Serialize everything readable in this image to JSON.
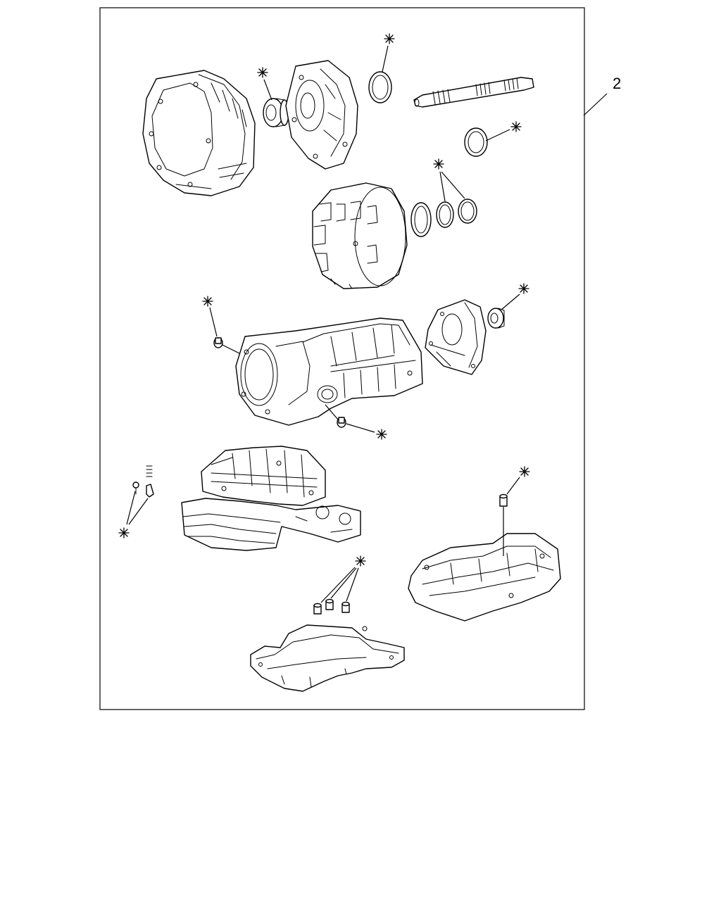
{
  "diagram": {
    "callout_number": "2",
    "asterisk_marker": "*",
    "parts": [
      "bell-housing",
      "oil-pump-seal",
      "oil-pump",
      "snap-ring-upper",
      "input-shaft",
      "shaft-snap-ring",
      "clutch-drum",
      "sealing-rings",
      "transmission-case",
      "case-plug-upper",
      "case-plug-lower",
      "extension-housing",
      "extension-seal",
      "valve-ball-and-spring",
      "valve-body-upper-with-plates",
      "valve-body-lower",
      "valve-body-filter",
      "valve-body-pistons",
      "oil-pan-plate"
    ]
  }
}
